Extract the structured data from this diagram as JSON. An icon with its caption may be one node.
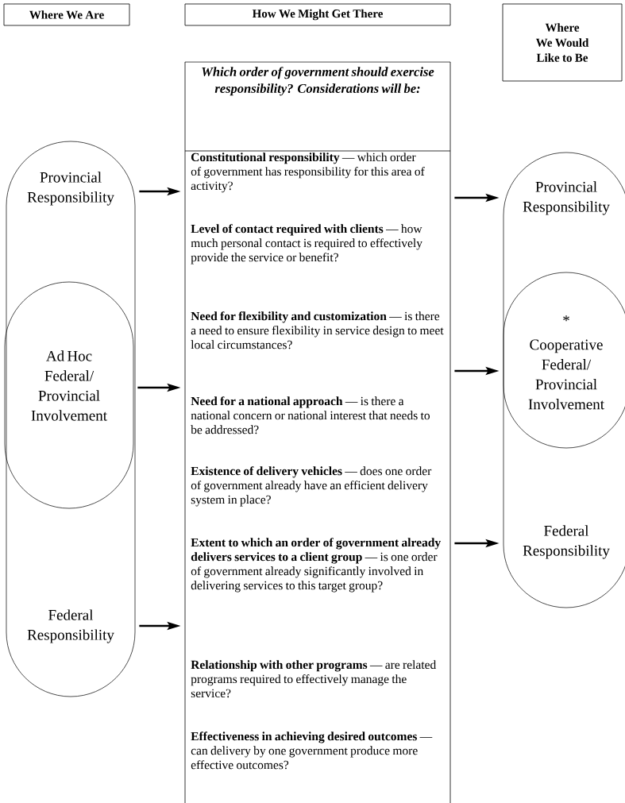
{
  "diagram": {
    "nodes": [
      {
        "text": [
          "Where We Are"
        ]
      },
      {
        "text": [
          "How We Might Get There"
        ]
      },
      {
        "text": [
          "Where We Would Like to Be"
        ]
      },
      {
        "text": [
          "Which order of government should exercise responsibility? Considerations will be:",
          "**Constitutional responsibility** — which order of government has responsibility for this area of activity?",
          "**Level of contact required with clients** — how much personal contact is required to effectively provide the service or benefit?",
          "**Need for flexibility and customization** — is there a need to ensure flexibility in service design to meet local circumstances?",
          "**Need for a national approach** — is there a national concern or national interest that needs to be addressed?",
          "**Existence of delivery vehicles** — does one order of government already have an efficient delivery system in place?",
          "**Extent to which an order of government already delivers services to a client group** — is one order of government already significantly involved in delivering services to this target group?",
          "**Relationship with other programs** — are related programs required to effectively manage the service?",
          "**Effectiveness in achieving desired outcomes** — can delivery by one government produce more effective outcomes?"
        ]
      },
      {
        "text": [
          "Provincial Responsibility",
          "Federal Responsibility"
        ]
      },
      {
        "text": [
          "Ad Hoc Federal/ Provincial Involvement"
        ],
        "in": 4
      },
      {
        "text": [
          "Provincial Responsibility",
          "Federal Responsibility"
        ]
      },
      {
        "text": [
          "*",
          "Cooperative Federal/ Provincial Involvement"
        ],
        "in": 6
      }
    ],
    "edges": [
      {
        "from": 4,
        "to": 3,
        "arrow": "to"
      },
      {
        "from": 5,
        "to": 3,
        "arrow": "to"
      },
      {
        "from": 4,
        "to": 3,
        "arrow": "to"
      },
      {
        "from": 3,
        "to": 6,
        "arrow": "to"
      },
      {
        "from": 3,
        "to": 7,
        "arrow": "to"
      },
      {
        "from": 3,
        "to": 6,
        "arrow": "to"
      }
    ]
  }
}
